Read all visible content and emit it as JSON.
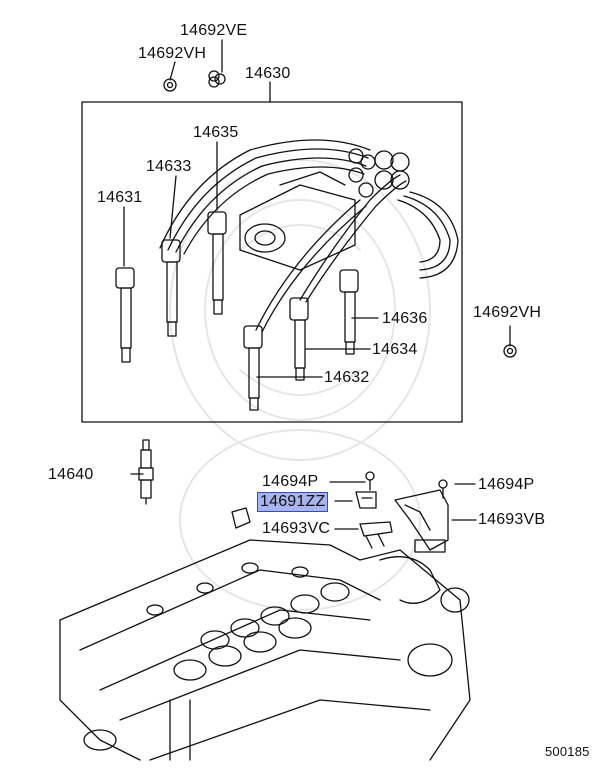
{
  "labels": {
    "p14692VE": "14692VE",
    "p14692VH_top": "14692VH",
    "p14630": "14630",
    "p14635": "14635",
    "p14633": "14633",
    "p14631": "14631",
    "p14636": "14636",
    "p14634": "14634",
    "p14632": "14632",
    "p14692VH_right": "14692VH",
    "p14640": "14640",
    "p14694P_left": "14694P",
    "p14694P_right": "14694P",
    "p14691ZZ": "14691ZZ",
    "p14693VB": "14693VB",
    "p14693VC": "14693VC",
    "figure_number": "500185"
  },
  "highlight_color": "#a8b4ee"
}
